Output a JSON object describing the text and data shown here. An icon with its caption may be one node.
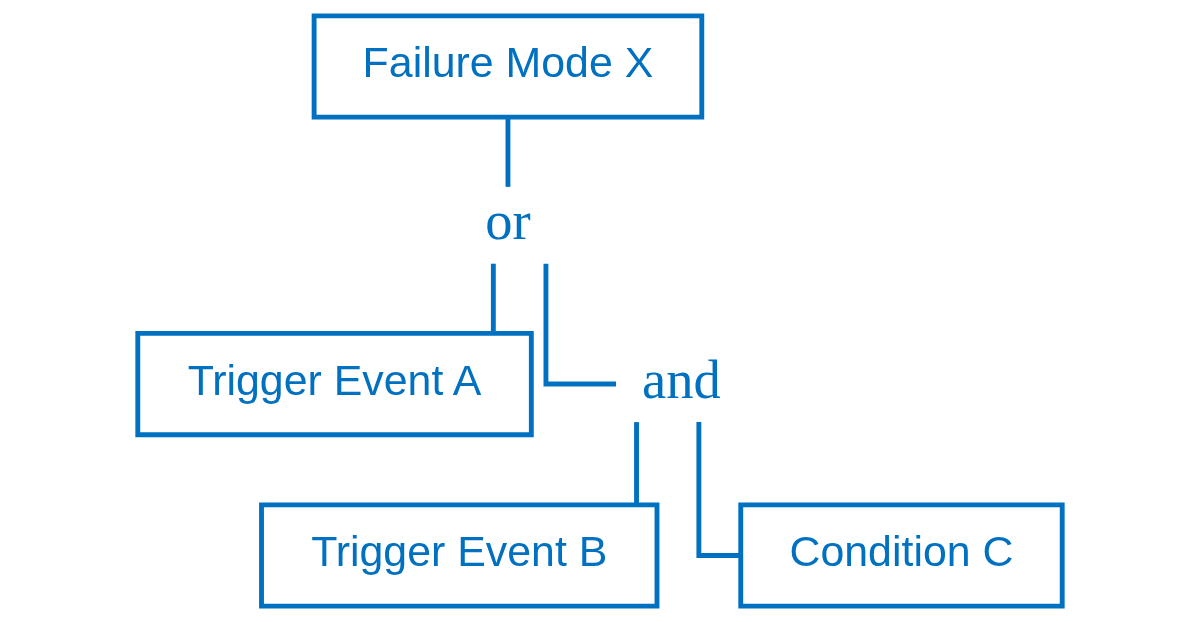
{
  "diagram": {
    "nodes": [
      {
        "text": [
          "Failure Mode X"
        ]
      },
      {
        "text": [
          "or"
        ]
      },
      {
        "text": [
          "Trigger Event A"
        ]
      },
      {
        "text": [
          "and"
        ]
      },
      {
        "text": [
          "Trigger Event B"
        ]
      },
      {
        "text": [
          "Condition C"
        ]
      }
    ],
    "edges": [
      {
        "from": 0,
        "to": 1,
        "arrow": "none"
      },
      {
        "from": 1,
        "to": 2,
        "arrow": "none"
      },
      {
        "from": 1,
        "to": 3,
        "arrow": "none"
      },
      {
        "from": 3,
        "to": 4,
        "arrow": "none"
      },
      {
        "from": 3,
        "to": 5,
        "arrow": "none"
      }
    ]
  }
}
